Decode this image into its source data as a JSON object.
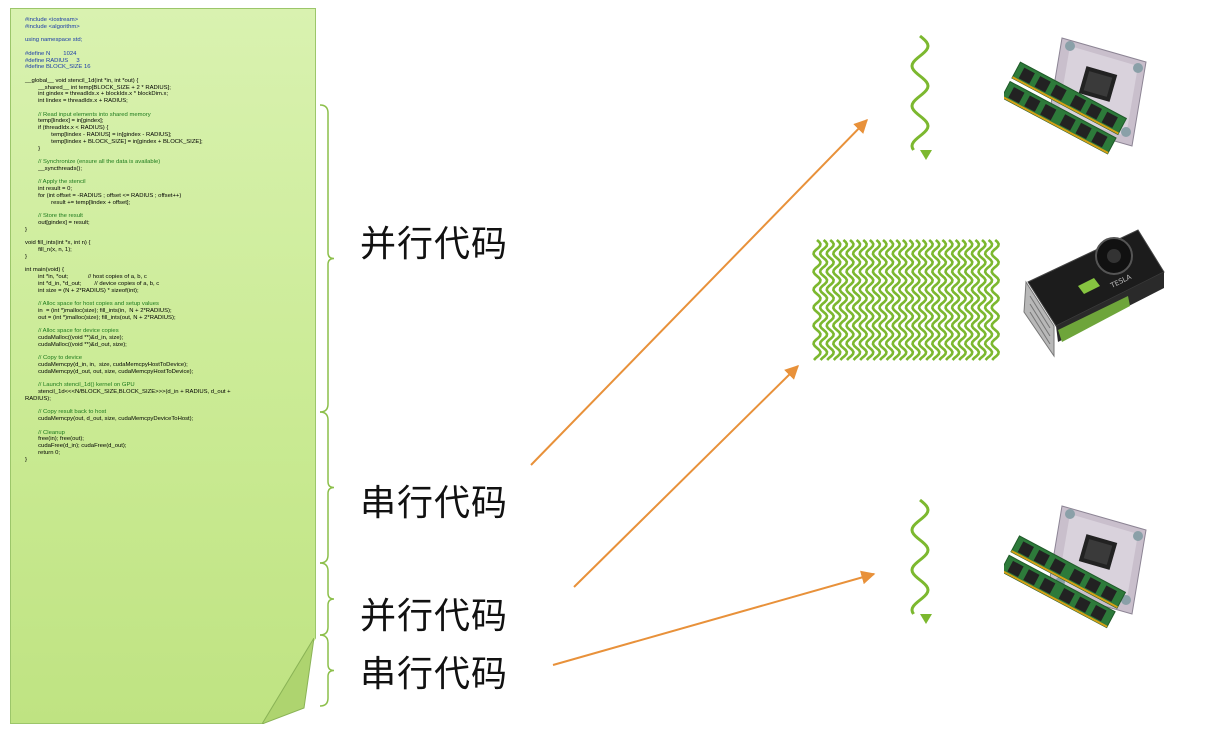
{
  "code_lines": [
    {
      "t": "#include <iostream>",
      "k": "pp"
    },
    {
      "t": "#include <algorithm>",
      "k": "pp"
    },
    {
      "t": "",
      "k": ""
    },
    {
      "t": "using namespace std;",
      "k": "pp"
    },
    {
      "t": "",
      "k": ""
    },
    {
      "t": "#define N        1024",
      "k": "pp"
    },
    {
      "t": "#define RADIUS     3",
      "k": "pp"
    },
    {
      "t": "#define BLOCK_SIZE 16",
      "k": "pp"
    },
    {
      "t": "",
      "k": ""
    },
    {
      "t": "__global__ void stencil_1d(int *in, int *out) {",
      "k": ""
    },
    {
      "t": "        __shared__ int temp[BLOCK_SIZE + 2 * RADIUS];",
      "k": ""
    },
    {
      "t": "        int gindex = threadIdx.x + blockIdx.x * blockDim.x;",
      "k": ""
    },
    {
      "t": "        int lindex = threadIdx.x + RADIUS;",
      "k": ""
    },
    {
      "t": "",
      "k": ""
    },
    {
      "t": "        // Read input elements into shared memory",
      "k": "cmt"
    },
    {
      "t": "        temp[lindex] = in[gindex];",
      "k": ""
    },
    {
      "t": "        if (threadIdx.x < RADIUS) {",
      "k": ""
    },
    {
      "t": "                temp[lindex - RADIUS] = in[gindex - RADIUS];",
      "k": ""
    },
    {
      "t": "                temp[lindex + BLOCK_SIZE] = in[gindex + BLOCK_SIZE];",
      "k": ""
    },
    {
      "t": "        }",
      "k": ""
    },
    {
      "t": "",
      "k": ""
    },
    {
      "t": "        // Synchronize (ensure all the data is available)",
      "k": "cmt"
    },
    {
      "t": "        __syncthreads();",
      "k": ""
    },
    {
      "t": "",
      "k": ""
    },
    {
      "t": "        // Apply the stencil",
      "k": "cmt"
    },
    {
      "t": "        int result = 0;",
      "k": ""
    },
    {
      "t": "        for (int offset = -RADIUS ; offset <= RADIUS ; offset++)",
      "k": ""
    },
    {
      "t": "                result += temp[lindex + offset];",
      "k": ""
    },
    {
      "t": "",
      "k": ""
    },
    {
      "t": "        // Store the result",
      "k": "cmt"
    },
    {
      "t": "        out[gindex] = result;",
      "k": ""
    },
    {
      "t": "}",
      "k": ""
    },
    {
      "t": "",
      "k": ""
    },
    {
      "t": "void fill_ints(int *x, int n) {",
      "k": ""
    },
    {
      "t": "        fill_n(x, n, 1);",
      "k": ""
    },
    {
      "t": "}",
      "k": ""
    },
    {
      "t": "",
      "k": ""
    },
    {
      "t": "int main(void) {",
      "k": ""
    },
    {
      "t": "        int *in, *out;            // host copies of a, b, c",
      "k": ""
    },
    {
      "t": "        int *d_in, *d_out;        // device copies of a, b, c",
      "k": ""
    },
    {
      "t": "        int size = (N + 2*RADIUS) * sizeof(int);",
      "k": ""
    },
    {
      "t": "",
      "k": ""
    },
    {
      "t": "        // Alloc space for host copies and setup values",
      "k": "cmt"
    },
    {
      "t": "        in  = (int *)malloc(size); fill_ints(in,  N + 2*RADIUS);",
      "k": ""
    },
    {
      "t": "        out = (int *)malloc(size); fill_ints(out, N + 2*RADIUS);",
      "k": ""
    },
    {
      "t": "",
      "k": ""
    },
    {
      "t": "        // Alloc space for device copies",
      "k": "cmt"
    },
    {
      "t": "        cudaMalloc((void **)&d_in, size);",
      "k": ""
    },
    {
      "t": "        cudaMalloc((void **)&d_out, size);",
      "k": ""
    },
    {
      "t": "",
      "k": ""
    },
    {
      "t": "        // Copy to device",
      "k": "cmt"
    },
    {
      "t": "        cudaMemcpy(d_in, in,  size, cudaMemcpyHostToDevice);",
      "k": ""
    },
    {
      "t": "        cudaMemcpy(d_out, out, size, cudaMemcpyHostToDevice);",
      "k": ""
    },
    {
      "t": "",
      "k": ""
    },
    {
      "t": "        // Launch stencil_1d() kernel on GPU",
      "k": "cmt"
    },
    {
      "t": "        stencil_1d<<<N/BLOCK_SIZE,BLOCK_SIZE>>>(d_in + RADIUS, d_out +",
      "k": ""
    },
    {
      "t": "RADIUS);",
      "k": ""
    },
    {
      "t": "",
      "k": ""
    },
    {
      "t": "        // Copy result back to host",
      "k": "cmt"
    },
    {
      "t": "        cudaMemcpy(out, d_out, size, cudaMemcpyDeviceToHost);",
      "k": ""
    },
    {
      "t": "",
      "k": ""
    },
    {
      "t": "        // Cleanup",
      "k": "cmt"
    },
    {
      "t": "        free(in); free(out);",
      "k": ""
    },
    {
      "t": "        cudaFree(d_in); cudaFree(d_out);",
      "k": ""
    },
    {
      "t": "        return 0;",
      "k": ""
    },
    {
      "t": "}",
      "k": ""
    }
  ],
  "labels": {
    "parallel_1": "并行代码",
    "serial_1": "串行代码",
    "parallel_2": "并行代码",
    "serial_2": "串行代码"
  },
  "icons": {
    "cpu_top": "cpu-with-ram-icon",
    "gpu": "gpu-card-icon",
    "cpu_bottom": "cpu-with-ram-icon",
    "single_thread": "wavy-thread-icon",
    "many_threads": "thread-bundle-icon"
  },
  "colors": {
    "sheet": "#c9ea92",
    "arrow": "#e8913a",
    "thread": "#7cb82f",
    "brace": "#8cbf4a"
  }
}
